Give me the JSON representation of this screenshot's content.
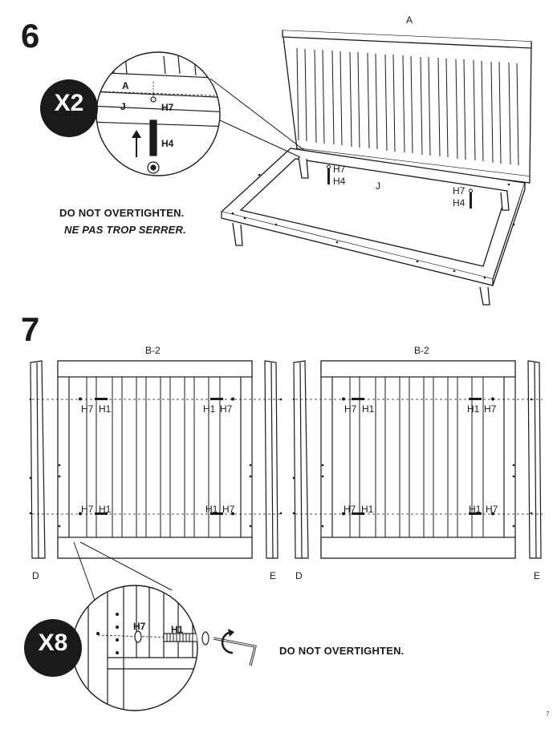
{
  "page": {
    "number": "7"
  },
  "step6": {
    "number": "6",
    "multiplier": "X2",
    "labels": {
      "rail": "A",
      "frame": "J",
      "screw_top": "H7",
      "bolt": "H4",
      "frame_main": "J"
    },
    "warning_en": "DO NOT OVERTIGHTEN.",
    "warning_fr": "NE PAS TROP SERRER."
  },
  "step7": {
    "number": "7",
    "multiplier": "X8",
    "panels": {
      "left_panel": "B-2",
      "right_panel": "B-2"
    },
    "posts": {
      "left": "D",
      "right": "E"
    },
    "hardware": {
      "barrel_nut": "H7",
      "bolt": "H1"
    },
    "warning_en": "DO NOT OVERTIGHTEN."
  },
  "colors": {
    "ink": "#1a1a1a",
    "badge": "#1a1a1a",
    "badge_text": "#ffffff"
  }
}
